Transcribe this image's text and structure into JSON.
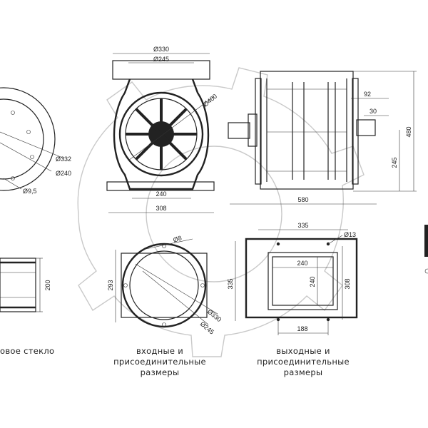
{
  "drawing": {
    "dimensions": {
      "d330_top": "Ø330",
      "d245_top": "Ø245",
      "d400": "Ø400",
      "w240_front": "240",
      "w308_front": "308",
      "d332": "Ø332",
      "d240_left": "Ø240",
      "d9_5": "Ø9,5",
      "h200": "200",
      "w92": "92",
      "w30": "30",
      "h480": "480",
      "h245_side": "245",
      "w580": "580",
      "d8": "Ø8",
      "h293": "293",
      "d330_flange": "Ø330",
      "d245_flange": "Ø245",
      "w335_out": "335",
      "d13": "Ø13",
      "w240_out": "240",
      "h240_out": "240",
      "h335_out": "335",
      "h308_out": "308",
      "w188": "188"
    },
    "captions": {
      "glass": "овое стекло",
      "inlet_line1": "входные и",
      "inlet_line2": "присоединительные",
      "inlet_line3": "размеры",
      "outlet_line1": "выходные и",
      "outlet_line2": "присоединительные",
      "outlet_line3": "размеры"
    }
  }
}
